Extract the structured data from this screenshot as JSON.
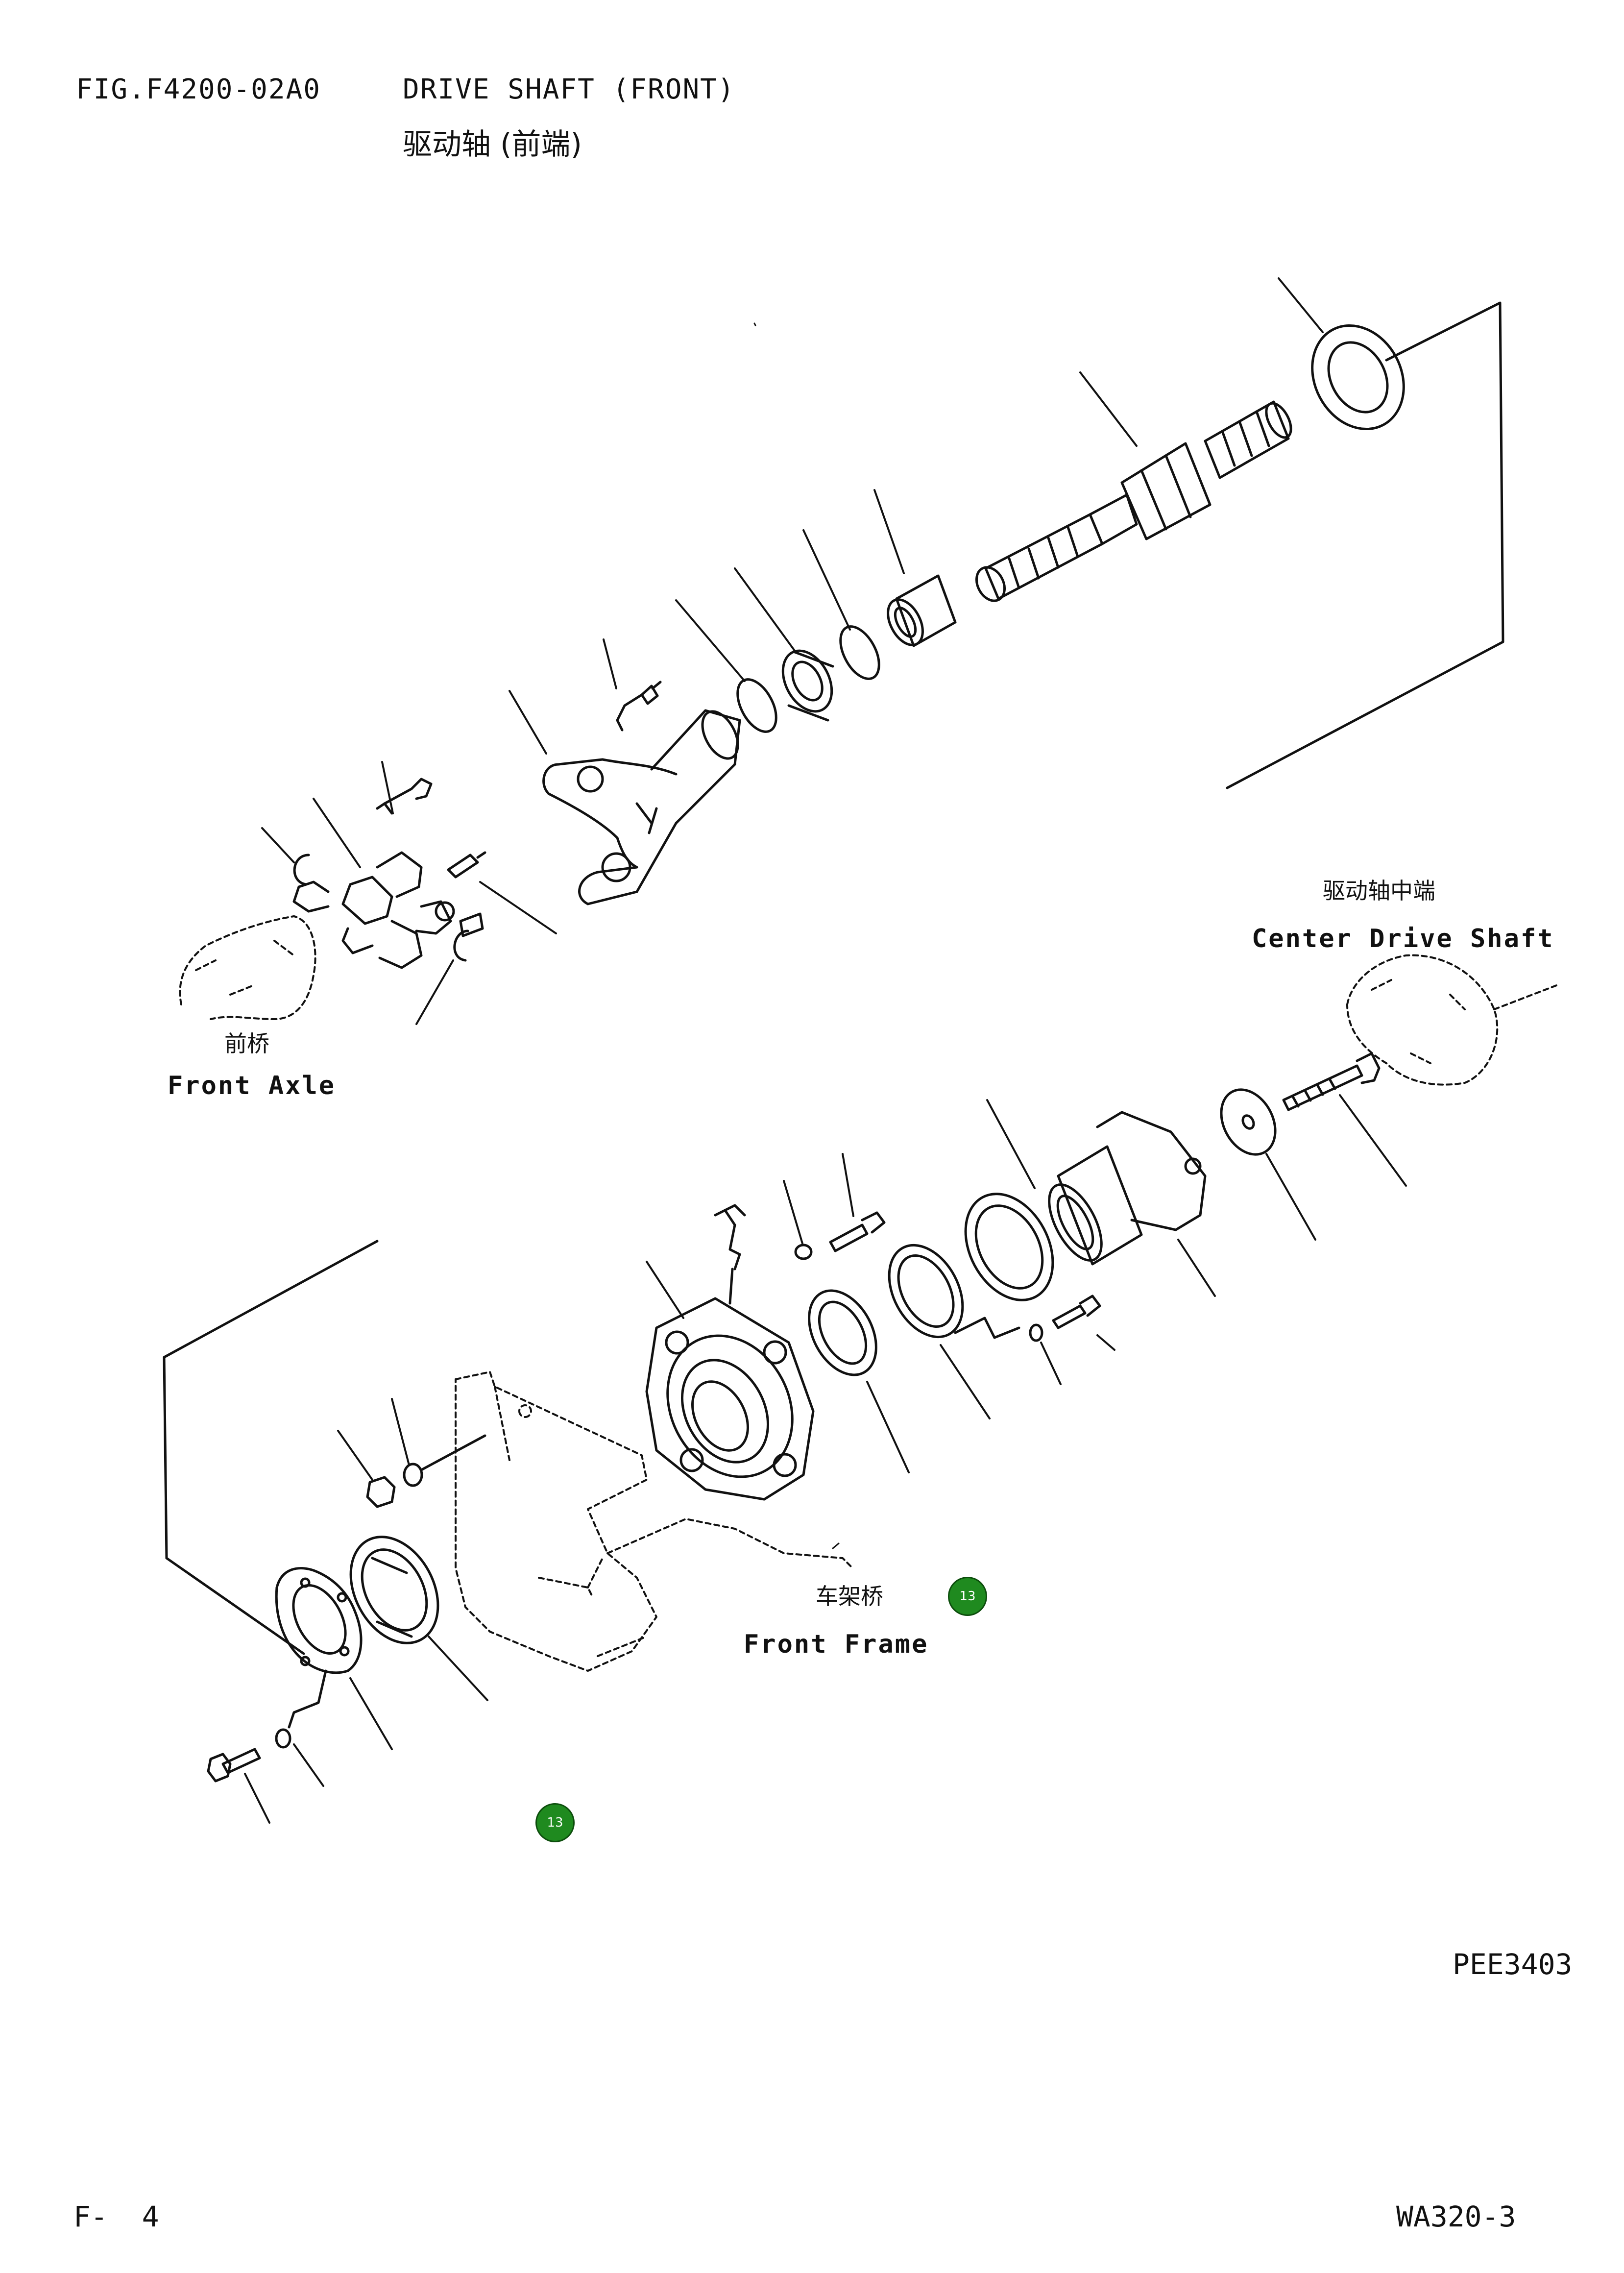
{
  "header": {
    "fig_code": "FIG.F4200-02A0",
    "title_en": "DRIVE SHAFT (FRONT)",
    "title_cn": "驱动轴 (前端)"
  },
  "labels": {
    "center_drive_shaft_cn": "驱动轴中端",
    "center_drive_shaft_en": "Center Drive Shaft",
    "front_axle_cn": "前桥",
    "front_axle_en": "Front Axle",
    "front_frame_cn": "车架桥",
    "front_frame_en": "Front Frame"
  },
  "badges": [
    {
      "text": "13",
      "color": "#1f8a1f"
    },
    {
      "text": "13",
      "color": "#1f8a1f"
    }
  ],
  "footer": {
    "drawing_no": "PEE3403",
    "page": "F-  4",
    "model": "WA320-3"
  }
}
